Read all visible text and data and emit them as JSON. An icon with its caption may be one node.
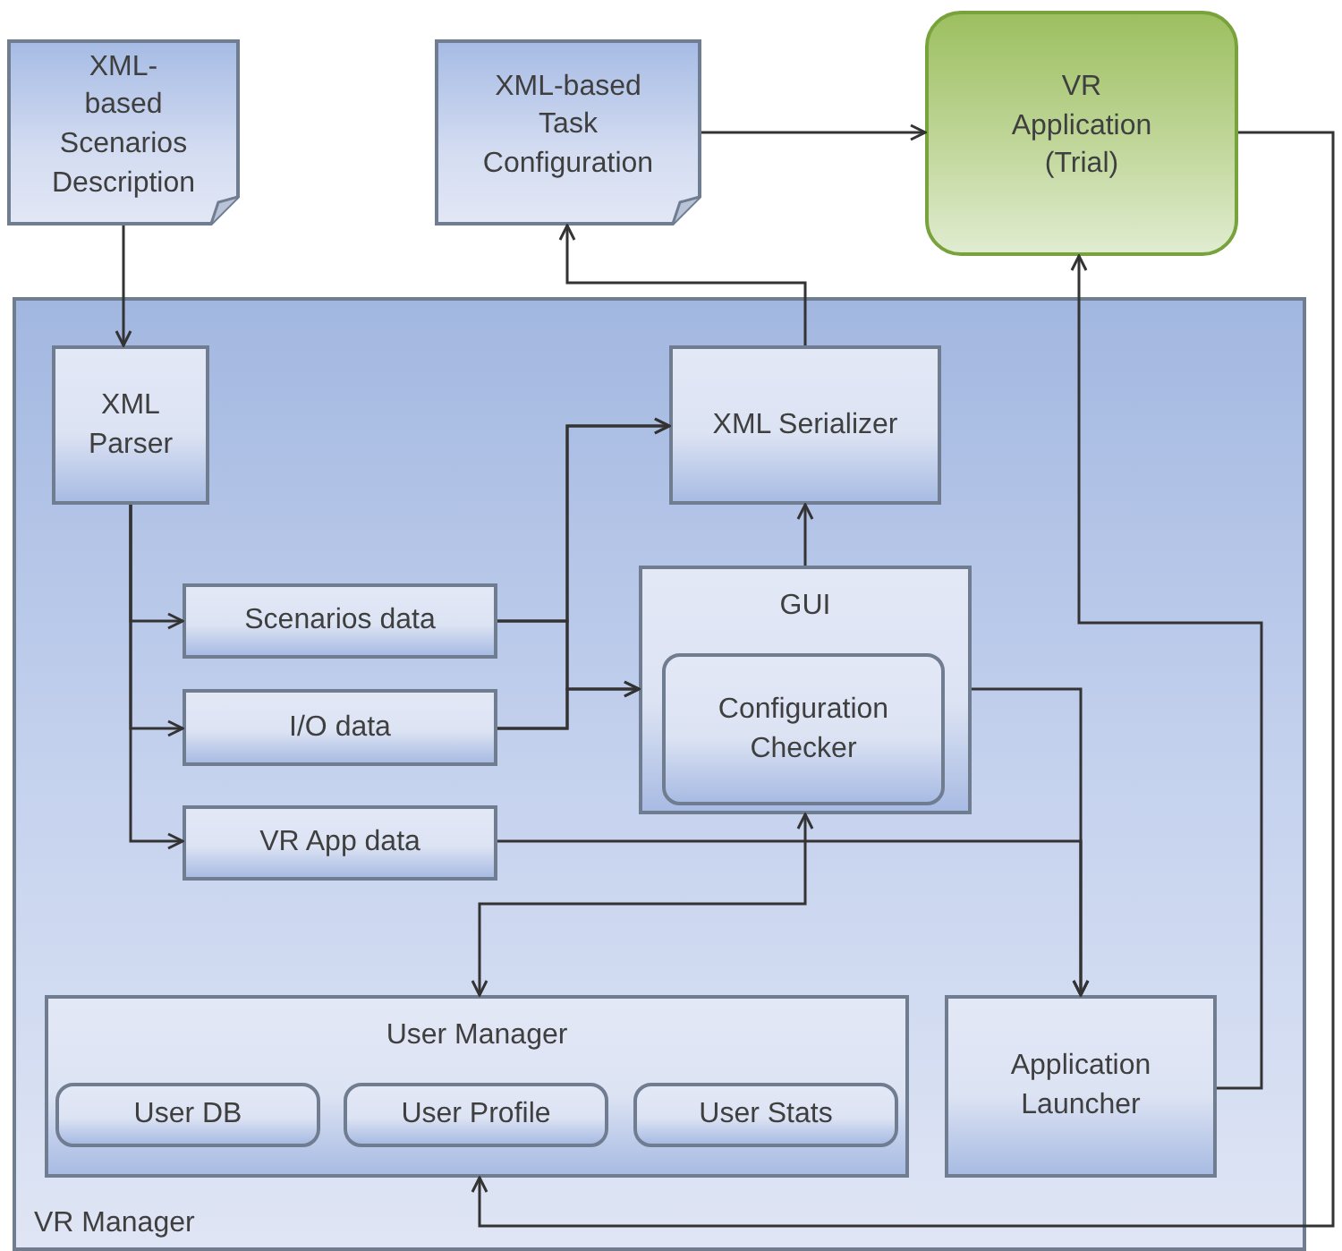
{
  "diagram": {
    "nodes": [
      {
        "text": [
          "XML-based Scenarios Description"
        ]
      },
      {
        "text": [
          "XML-based Task Configuration"
        ]
      },
      {
        "text": [
          "VR Application (Trial)"
        ]
      },
      {
        "text": [
          "VR Manager"
        ]
      },
      {
        "text": [
          "XML Parser"
        ],
        "in": 3
      },
      {
        "text": [
          "XML Serializer"
        ],
        "in": 3
      },
      {
        "text": [
          "Scenarios data"
        ],
        "in": 3
      },
      {
        "text": [
          "I/O data"
        ],
        "in": 3
      },
      {
        "text": [
          "VR App data"
        ],
        "in": 3
      },
      {
        "text": [
          "GUI"
        ],
        "in": 3
      },
      {
        "text": [
          "Configuration Checker"
        ],
        "in": 9
      },
      {
        "text": [
          "User Manager"
        ],
        "in": 3
      },
      {
        "text": [
          "User DB"
        ],
        "in": 11
      },
      {
        "text": [
          "User Profile"
        ],
        "in": 11
      },
      {
        "text": [
          "User Stats"
        ],
        "in": 11
      },
      {
        "text": [
          "Application Launcher"
        ],
        "in": 3
      }
    ],
    "edges": [
      {
        "from": 0,
        "to": 4,
        "arrow": "to"
      },
      {
        "from": 5,
        "to": 1,
        "arrow": "to"
      },
      {
        "from": 1,
        "to": 2,
        "arrow": "to"
      },
      {
        "from": 2,
        "to": 11,
        "arrow": "to"
      },
      {
        "from": 15,
        "to": 2,
        "arrow": "to"
      },
      {
        "from": 4,
        "to": 6,
        "arrow": "to"
      },
      {
        "from": 4,
        "to": 7,
        "arrow": "to"
      },
      {
        "from": 4,
        "to": 8,
        "arrow": "to"
      },
      {
        "from": 6,
        "to": 5,
        "arrow": "to"
      },
      {
        "from": 6,
        "to": 9,
        "arrow": "to"
      },
      {
        "from": 7,
        "to": 5,
        "arrow": "to"
      },
      {
        "from": 7,
        "to": 9,
        "arrow": "to"
      },
      {
        "from": 9,
        "to": 5,
        "arrow": "to"
      },
      {
        "from": 9,
        "to": 15,
        "arrow": "to"
      },
      {
        "from": 8,
        "to": 15,
        "arrow": "to"
      },
      {
        "from": 9,
        "to": 11,
        "arrow": "both"
      }
    ]
  }
}
